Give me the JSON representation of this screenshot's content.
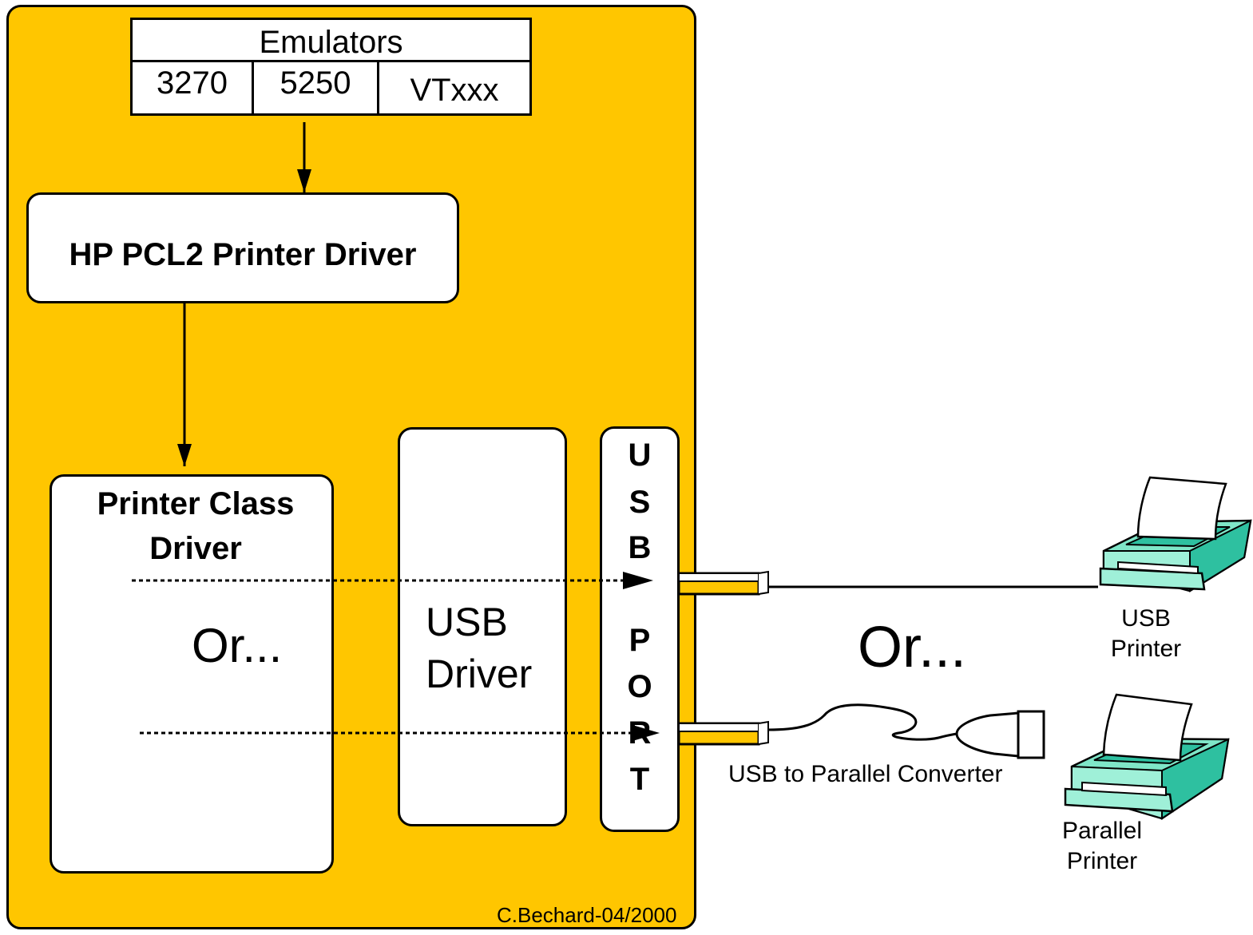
{
  "emulators": {
    "title": "Emulators",
    "items": [
      "3270",
      "5250",
      "VTxxx"
    ]
  },
  "pcl_driver": {
    "label": "HP PCL2 Printer Driver"
  },
  "printer_class_driver": {
    "line1": "Printer Class",
    "line2": "Driver"
  },
  "or_inner": "Or...",
  "usb_driver": {
    "line1": "USB",
    "line2": "Driver"
  },
  "usb_port": {
    "letters": [
      "U",
      "S",
      "B",
      "P",
      "O",
      "R",
      "T"
    ]
  },
  "or_outer": "Or...",
  "usb_printer": {
    "line1": "USB",
    "line2": "Printer"
  },
  "parallel_printer": {
    "line1": "Parallel",
    "line2": "Printer"
  },
  "converter_label": "USB to Parallel Converter",
  "credit": "C.Bechard-04/2000",
  "colors": {
    "host": "#ffc600",
    "printer": "#7fe6c8"
  }
}
